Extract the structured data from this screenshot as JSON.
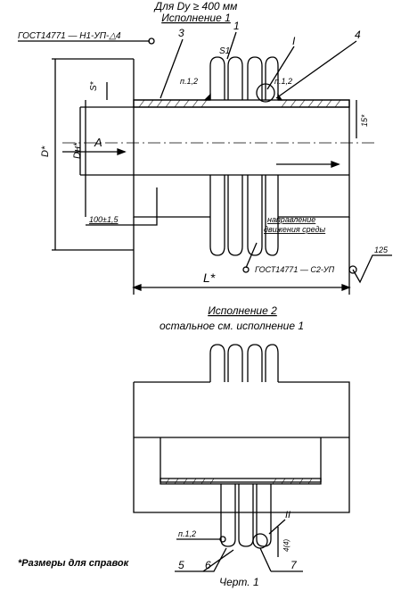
{
  "header": {
    "line1": "Для Dу ≥ 400 мм",
    "line2": "Исполнение 1"
  },
  "top": {
    "gost_weld_top": "ГОСТ14771 — Н1-УП-△4",
    "gost_weld_bottom": "ГОСТ14771 — С2-УП",
    "roughness_value": "125",
    "callout_3": "3",
    "callout_1": "1",
    "callout_I": "I",
    "callout_4": "4",
    "p12_left": "п.1,2",
    "p12_right": "п.1,2",
    "s1_label": "S1",
    "s_label": "S*",
    "d_outer_label": "D*",
    "d_inner_label": "Dн*",
    "view_label": "A",
    "dim_15": "15*",
    "dim_100": "100±1,5",
    "flow_line1": "направление",
    "flow_line2": "движения среды",
    "length_label": "L*"
  },
  "bottom": {
    "title": "Исполнение 2",
    "subtitle": "остальное см. исполнение 1",
    "p12": "п.1,2",
    "callout_5": "5",
    "callout_6": "6",
    "callout_7": "7",
    "callout_II": "II",
    "side_dim": "4(4)",
    "footnote": "*Размеры для справок",
    "figure_label": "Черт. 1"
  }
}
